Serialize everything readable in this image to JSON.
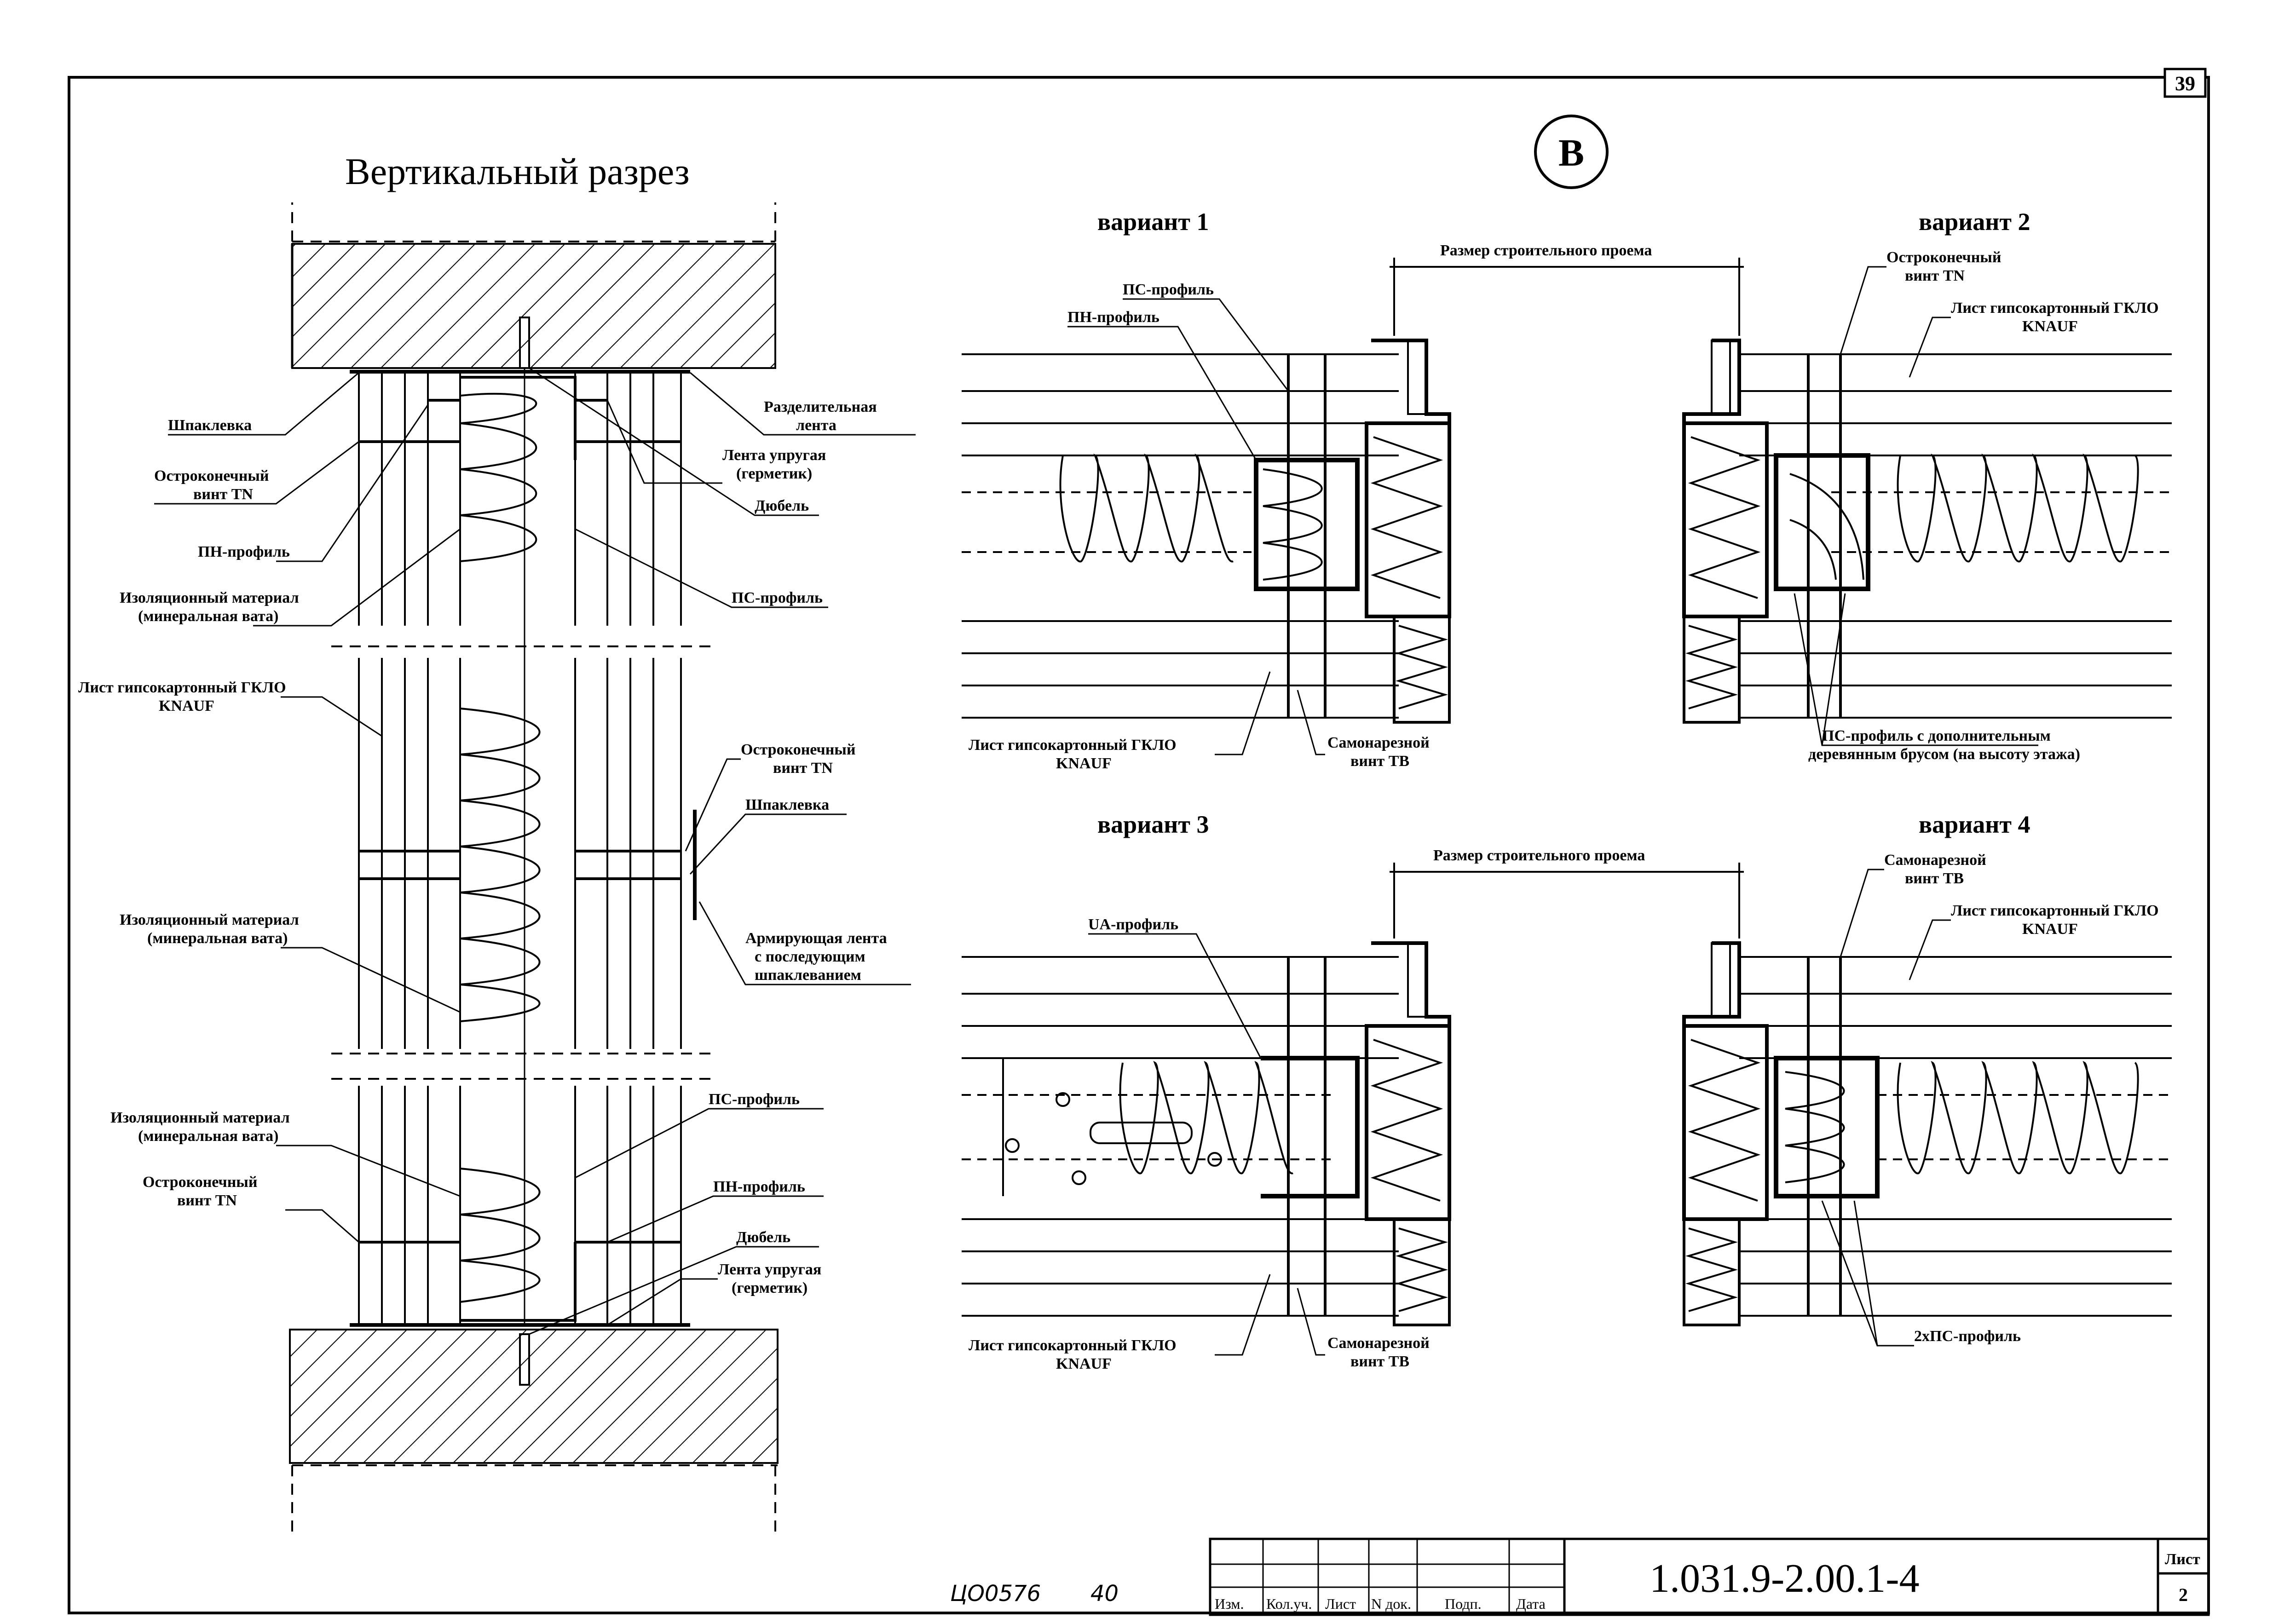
{
  "sheet": {
    "page_number": "39",
    "section_mark": "В",
    "left_title": "Вертикальный разрез",
    "handwritten_code": "ЦО0576",
    "handwritten_num": "40"
  },
  "left_labels": {
    "shpaklevka_top": "Шпаклевка",
    "razdelitelnaya": [
      "Разделительная",
      "лента"
    ],
    "ostro_top": [
      "Остроконечный",
      "винт TN"
    ],
    "lenta_top": [
      "Лента упругая",
      "(герметик)"
    ],
    "dubel_top": "Дюбель",
    "pn_top": "ПН-профиль",
    "izol_top": [
      "Изоляционный материал",
      "(минеральная вата)"
    ],
    "ps_top": "ПС-профиль",
    "gklo_mid": [
      "Лист гипсокартонный ГКЛО",
      "KNAUF"
    ],
    "ostro_mid": [
      "Остроконечный",
      "винт TN"
    ],
    "shpaklevka_mid": "Шпаклевка",
    "izol_mid": [
      "Изоляционный материал",
      "(минеральная вата)"
    ],
    "armir": [
      "Армирующая лента",
      "с последующим",
      "шпаклеванием"
    ],
    "izol_bot": [
      "Изоляционный материал",
      "(минеральная вата)"
    ],
    "ps_bot": "ПС-профиль",
    "ostro_bot": [
      "Остроконечный",
      "винт TN"
    ],
    "pn_bot": "ПН-профиль",
    "dubel_bot": "Дюбель",
    "lenta_bot": [
      "Лента упругая",
      "(герметик)"
    ]
  },
  "variants": {
    "v1": {
      "title": "вариант 1",
      "labels": {
        "ps": "ПС-профиль",
        "pn": "ПН-профиль",
        "gklo": [
          "Лист гипсокартонный ГКЛО",
          "KNAUF"
        ],
        "samo": [
          "Самонарезной",
          "винт TB"
        ]
      }
    },
    "v2": {
      "title": "вариант 2",
      "labels": {
        "ostro": [
          "Остроконечный",
          "винт TN"
        ],
        "gklo": [
          "Лист гипсокартонный ГКЛО",
          "KNAUF"
        ],
        "ps_brus": [
          "ПС-профиль с дополнительным",
          "деревянным брусом (на высоту этажа)"
        ]
      }
    },
    "v3": {
      "title": "вариант 3",
      "labels": {
        "ua": "UA-профиль",
        "gklo": [
          "Лист гипсокартонный ГКЛО",
          "KNAUF"
        ],
        "samo": [
          "Самонарезной",
          "винт TB"
        ]
      }
    },
    "v4": {
      "title": "вариант 4",
      "labels": {
        "samo": [
          "Самонарезной",
          "винт TB"
        ],
        "gklo": [
          "Лист гипсокартонный ГКЛО",
          "KNAUF"
        ],
        "ps2": "2хПС-профиль"
      }
    },
    "opening_size_top": "Размер строительного проема",
    "opening_size_bot": "Размер строительного проема"
  },
  "title_block": {
    "doc_code": "1.031.9-2.00.1-4",
    "sheet_label": "Лист",
    "sheet_value": "2",
    "columns": [
      "Изм.",
      "Кол.уч.",
      "Лист",
      "N док.",
      "Подп.",
      "Дата"
    ]
  }
}
